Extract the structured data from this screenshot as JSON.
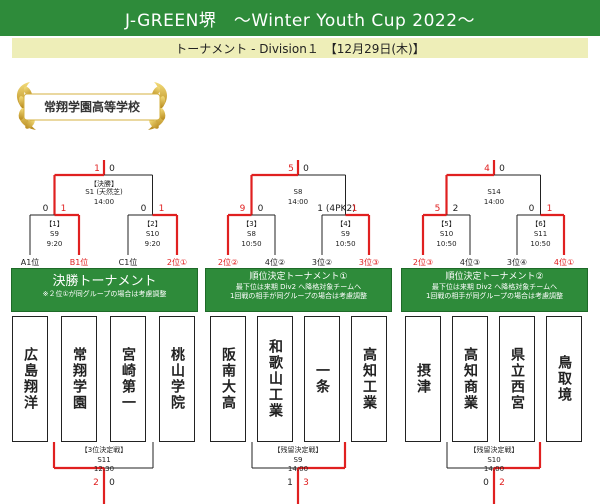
{
  "header": {
    "title": "J-GREEN堺　～Winter Youth Cup 2022～"
  },
  "subheader": {
    "text": "トーナメント - Division１　【12月29日(木)】"
  },
  "champion": {
    "name": "常翔学園高等学校"
  },
  "brackets": [
    {
      "final": {
        "label": "【決勝】",
        "venue": "S1 (天然芝)",
        "time": "14:00",
        "score_left": "1",
        "score_right": "0"
      },
      "semis": [
        {
          "label": "【1】",
          "venue": "S9",
          "time": "9:20",
          "score_left": "0",
          "score_right": "1"
        },
        {
          "label": "【2】",
          "venue": "S10",
          "time": "9:20",
          "score_left": "0",
          "score_right": "1"
        }
      ],
      "seeds": [
        "A1位",
        "B1位",
        "C1位",
        "2位①"
      ],
      "box": {
        "title": "決勝トーナメント",
        "note1": "※２位①が同グループの場合は考慮調整",
        "note2": ""
      },
      "teams": [
        "広島翔洋",
        "常翔学園",
        "宮崎第一",
        "桃山学院"
      ],
      "playoff": {
        "label": "【3位決定戦】",
        "venue": "S11",
        "time": "12:30",
        "score_left": "2",
        "score_right": "0"
      }
    },
    {
      "final": {
        "label": "",
        "venue": "S8",
        "time": "14:00",
        "score_left": "5",
        "score_right": "0"
      },
      "semis": [
        {
          "label": "【3】",
          "venue": "S8",
          "time": "10:50",
          "score_left": "9",
          "score_right": "0"
        },
        {
          "label": "【4】",
          "venue": "S9",
          "time": "10:50",
          "score_left": "1 (4PK2)",
          "score_right": "1"
        }
      ],
      "seeds": [
        "2位②",
        "4位②",
        "3位②",
        "3位③"
      ],
      "box": {
        "title": "順位決定トーナメント①",
        "note1": "最下位は来期 Div2 へ降格対象チームへ",
        "note2": "1回戦の相手が同グループの場合は考慮調整"
      },
      "teams": [
        "阪南大高",
        "和歌山工業",
        "一条",
        "高知工業"
      ],
      "playoff": {
        "label": "【残留決定戦】",
        "venue": "S9",
        "time": "14:00",
        "score_left": "1",
        "score_right": "3"
      }
    },
    {
      "final": {
        "label": "",
        "venue": "S14",
        "time": "14:00",
        "score_left": "4",
        "score_right": "0"
      },
      "semis": [
        {
          "label": "【5】",
          "venue": "S10",
          "time": "10:50",
          "score_left": "5",
          "score_right": "2"
        },
        {
          "label": "【6】",
          "venue": "S11",
          "time": "10:50",
          "score_left": "0",
          "score_right": "1"
        }
      ],
      "seeds": [
        "2位③",
        "4位③",
        "3位④",
        "4位①"
      ],
      "box": {
        "title": "順位決定トーナメント②",
        "note1": "最下位は来期 Div2 へ降格対象チームへ",
        "note2": "1回戦の相手が同グループの場合は考慮調整"
      },
      "teams": [
        "摂津",
        "高知商業",
        "県立西宮",
        "鳥取境"
      ],
      "playoff": {
        "label": "【残留決定戦】",
        "venue": "S10",
        "time": "14:00",
        "score_left": "0",
        "score_right": "2"
      }
    }
  ],
  "colors": {
    "green": "#2e8b3a",
    "red": "#e02020",
    "yellow": "#eeeeb8",
    "gold": "#c9a227"
  }
}
